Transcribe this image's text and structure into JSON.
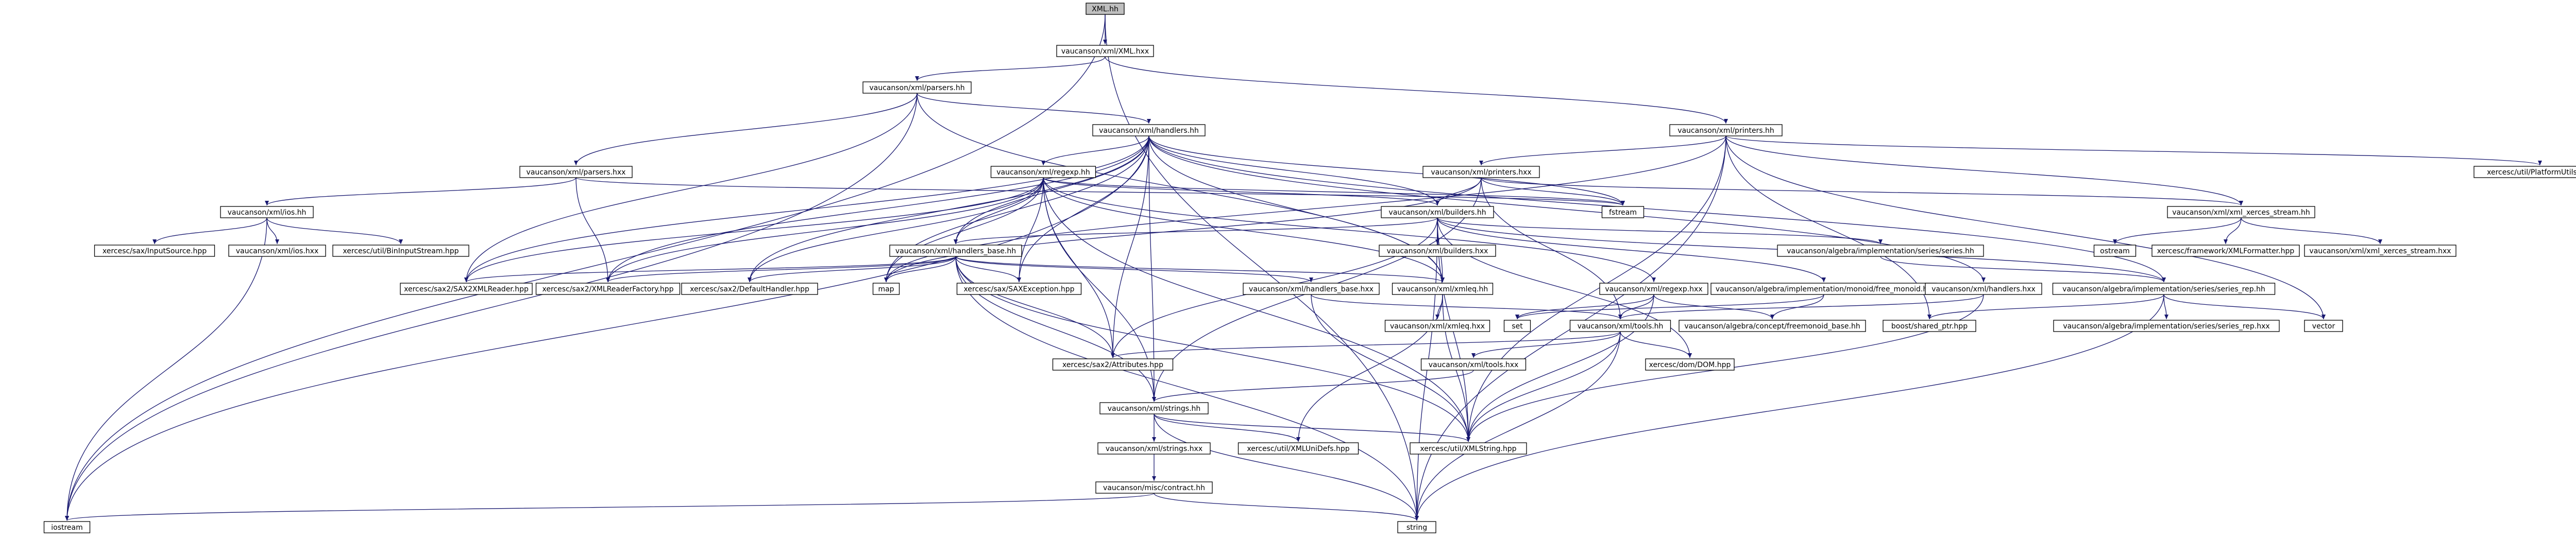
{
  "diagram": {
    "kind": "include-dependency-graph",
    "colors": {
      "edge": "#191970",
      "root_fill": "#bfbfbf",
      "node_fill": "#ffffff",
      "node_border": "#000000",
      "truncated_border": "#ff0000",
      "text": "#000000"
    },
    "nodes": [
      {
        "id": "root",
        "label": "XML.hh",
        "style": "root"
      },
      {
        "id": "xml_hxx",
        "label": "vaucanson/xml/XML.hxx",
        "style": "normal"
      },
      {
        "id": "parsers_hh",
        "label": "vaucanson/xml/parsers.hh",
        "style": "normal"
      },
      {
        "id": "printers_hh",
        "label": "vaucanson/xml/printers.hh",
        "style": "normal"
      },
      {
        "id": "handlers_hh",
        "label": "vaucanson/xml/handlers.hh",
        "style": "normal"
      },
      {
        "id": "parsers_hxx",
        "label": "vaucanson/xml/parsers.hxx",
        "style": "normal"
      },
      {
        "id": "regexp_hh",
        "label": "vaucanson/xml/regexp.hh",
        "style": "normal"
      },
      {
        "id": "printers_hxx",
        "label": "vaucanson/xml/printers.hxx",
        "style": "normal"
      },
      {
        "id": "platformutils",
        "label": "xercesc/util/PlatformUtils.hpp",
        "style": "normal"
      },
      {
        "id": "ios_hh",
        "label": "vaucanson/xml/ios.hh",
        "style": "normal"
      },
      {
        "id": "fstream",
        "label": "fstream",
        "style": "normal"
      },
      {
        "id": "builders_hh",
        "label": "vaucanson/xml/builders.hh",
        "style": "normal"
      },
      {
        "id": "xml_xerces_stream_hh",
        "label": "vaucanson/xml/xml_xerces_stream.hh",
        "style": "normal"
      },
      {
        "id": "inputsource",
        "label": "xercesc/sax/InputSource.hpp",
        "style": "normal"
      },
      {
        "id": "ios_hxx",
        "label": "vaucanson/xml/ios.hxx",
        "style": "normal"
      },
      {
        "id": "bininputstream",
        "label": "xercesc/util/BinInputStream.hpp",
        "style": "normal"
      },
      {
        "id": "handlers_base_hh",
        "label": "vaucanson/xml/handlers_base.hh",
        "style": "normal"
      },
      {
        "id": "builders_hxx",
        "label": "vaucanson/xml/builders.hxx",
        "style": "truncated"
      },
      {
        "id": "series_hh",
        "label": "vaucanson/algebra/implementation/series/series.hh",
        "style": "truncated"
      },
      {
        "id": "ostream",
        "label": "ostream",
        "style": "normal"
      },
      {
        "id": "xmlformatter",
        "label": "xercesc/framework/XMLFormatter.hpp",
        "style": "normal"
      },
      {
        "id": "xml_xerces_stream_hxx",
        "label": "vaucanson/xml/xml_xerces_stream.hxx",
        "style": "normal"
      },
      {
        "id": "sax2xmlreader",
        "label": "xercesc/sax2/SAX2XMLReader.hpp",
        "style": "normal"
      },
      {
        "id": "xmlreaderfactory",
        "label": "xercesc/sax2/XMLReaderFactory.hpp",
        "style": "normal"
      },
      {
        "id": "defaulthandler",
        "label": "xercesc/sax2/DefaultHandler.hpp",
        "style": "normal"
      },
      {
        "id": "map",
        "label": "map",
        "style": "normal"
      },
      {
        "id": "saxexception",
        "label": "xercesc/sax/SAXException.hpp",
        "style": "normal"
      },
      {
        "id": "handlers_base_hxx",
        "label": "vaucanson/xml/handlers_base.hxx",
        "style": "normal"
      },
      {
        "id": "xmleq_hh",
        "label": "vaucanson/xml/xmleq.hh",
        "style": "normal"
      },
      {
        "id": "regexp_hxx",
        "label": "vaucanson/xml/regexp.hxx",
        "style": "truncated"
      },
      {
        "id": "free_monoid_hh",
        "label": "vaucanson/algebra/implementation/monoid/free_monoid.hh",
        "style": "truncated"
      },
      {
        "id": "handlers_hxx",
        "label": "vaucanson/xml/handlers.hxx",
        "style": "normal"
      },
      {
        "id": "series_rep_hh",
        "label": "vaucanson/algebra/implementation/series/series_rep.hh",
        "style": "normal"
      },
      {
        "id": "xmleq_hxx",
        "label": "vaucanson/xml/xmleq.hxx",
        "style": "normal"
      },
      {
        "id": "set",
        "label": "set",
        "style": "normal"
      },
      {
        "id": "tools_hh",
        "label": "vaucanson/xml/tools.hh",
        "style": "normal"
      },
      {
        "id": "freemonoid_base_hh",
        "label": "vaucanson/algebra/concept/freemonoid_base.hh",
        "style": "truncated"
      },
      {
        "id": "shared_ptr",
        "label": "boost/shared_ptr.hpp",
        "style": "normal"
      },
      {
        "id": "series_rep_hxx",
        "label": "vaucanson/algebra/implementation/series/series_rep.hxx",
        "style": "normal"
      },
      {
        "id": "vector",
        "label": "vector",
        "style": "normal"
      },
      {
        "id": "attributes",
        "label": "xercesc/sax2/Attributes.hpp",
        "style": "normal"
      },
      {
        "id": "dom",
        "label": "xercesc/dom/DOM.hpp",
        "style": "normal"
      },
      {
        "id": "tools_hxx",
        "label": "vaucanson/xml/tools.hxx",
        "style": "normal"
      },
      {
        "id": "strings_hh",
        "label": "vaucanson/xml/strings.hh",
        "style": "normal"
      },
      {
        "id": "xmlunidefs",
        "label": "xercesc/util/XMLUniDefs.hpp",
        "style": "normal"
      },
      {
        "id": "xmlstring",
        "label": "xercesc/util/XMLString.hpp",
        "style": "normal"
      },
      {
        "id": "strings_hxx",
        "label": "vaucanson/xml/strings.hxx",
        "style": "normal"
      },
      {
        "id": "contract_hh",
        "label": "vaucanson/misc/contract.hh",
        "style": "truncated"
      },
      {
        "id": "iostream",
        "label": "iostream",
        "style": "normal"
      },
      {
        "id": "string",
        "label": "string",
        "style": "normal"
      }
    ],
    "edges": [
      [
        "root",
        "xml_hxx"
      ],
      [
        "root",
        "iostream"
      ],
      [
        "root",
        "string"
      ],
      [
        "xml_hxx",
        "parsers_hh"
      ],
      [
        "xml_hxx",
        "printers_hh"
      ],
      [
        "parsers_hh",
        "handlers_hh"
      ],
      [
        "parsers_hh",
        "parsers_hxx"
      ],
      [
        "parsers_hh",
        "iostream"
      ],
      [
        "parsers_hh",
        "sax2xmlreader"
      ],
      [
        "parsers_hh",
        "xmleq_hh"
      ],
      [
        "printers_hh",
        "printers_hxx"
      ],
      [
        "printers_hh",
        "platformutils"
      ],
      [
        "printers_hh",
        "xml_xerces_stream_hh"
      ],
      [
        "printers_hh",
        "map"
      ],
      [
        "printers_hh",
        "string"
      ],
      [
        "printers_hh",
        "xmlstring"
      ],
      [
        "printers_hh",
        "shared_ptr"
      ],
      [
        "printers_hh",
        "vector"
      ],
      [
        "handlers_hh",
        "regexp_hh"
      ],
      [
        "handlers_hh",
        "handlers_base_hh"
      ],
      [
        "handlers_hh",
        "builders_hh"
      ],
      [
        "handlers_hh",
        "handlers_hxx"
      ],
      [
        "handlers_hh",
        "fstream"
      ],
      [
        "handlers_hh",
        "iostream"
      ],
      [
        "handlers_hh",
        "sax2xmlreader"
      ],
      [
        "handlers_hh",
        "xmlreaderfactory"
      ],
      [
        "handlers_hh",
        "defaulthandler"
      ],
      [
        "handlers_hh",
        "map"
      ],
      [
        "handlers_hh",
        "saxexception"
      ],
      [
        "handlers_hh",
        "attributes"
      ],
      [
        "handlers_hh",
        "strings_hh"
      ],
      [
        "handlers_hh",
        "xmleq_hh"
      ],
      [
        "handlers_hh",
        "series_rep_hh"
      ],
      [
        "parsers_hxx",
        "ios_hh"
      ],
      [
        "parsers_hxx",
        "xmlreaderfactory"
      ],
      [
        "parsers_hxx",
        "fstream"
      ],
      [
        "ios_hh",
        "inputsource"
      ],
      [
        "ios_hh",
        "ios_hxx"
      ],
      [
        "ios_hh",
        "bininputstream"
      ],
      [
        "ios_hh",
        "iostream"
      ],
      [
        "regexp_hh",
        "handlers_base_hh"
      ],
      [
        "regexp_hh",
        "builders_hh"
      ],
      [
        "regexp_hh",
        "regexp_hxx"
      ],
      [
        "regexp_hh",
        "sax2xmlreader"
      ],
      [
        "regexp_hh",
        "xmlreaderfactory"
      ],
      [
        "regexp_hh",
        "defaulthandler"
      ],
      [
        "regexp_hh",
        "map"
      ],
      [
        "regexp_hh",
        "saxexception"
      ],
      [
        "regexp_hh",
        "attributes"
      ],
      [
        "regexp_hh",
        "xmlstring"
      ],
      [
        "regexp_hh",
        "strings_hh"
      ],
      [
        "regexp_hh",
        "xmleq_hh"
      ],
      [
        "regexp_hh",
        "fstream"
      ],
      [
        "printers_hxx",
        "builders_hh"
      ],
      [
        "printers_hxx",
        "fstream"
      ],
      [
        "printers_hxx",
        "map"
      ],
      [
        "printers_hxx",
        "strings_hh"
      ],
      [
        "printers_hxx",
        "tools_hh"
      ],
      [
        "printers_hxx",
        "xml_xerces_stream_hh"
      ],
      [
        "builders_hh",
        "handlers_base_hh"
      ],
      [
        "builders_hh",
        "builders_hxx"
      ],
      [
        "builders_hh",
        "series_hh"
      ],
      [
        "builders_hh",
        "free_monoid_hh"
      ],
      [
        "builders_hh",
        "series_rep_hh"
      ],
      [
        "builders_hh",
        "attributes"
      ],
      [
        "builders_hh",
        "xmlstring"
      ],
      [
        "builders_hh",
        "xmleq_hh"
      ],
      [
        "builders_hh",
        "dom"
      ],
      [
        "builders_hh",
        "string"
      ],
      [
        "xml_xerces_stream_hh",
        "ostream"
      ],
      [
        "xml_xerces_stream_hh",
        "xmlformatter"
      ],
      [
        "xml_xerces_stream_hh",
        "xml_xerces_stream_hxx"
      ],
      [
        "handlers_base_hh",
        "sax2xmlreader"
      ],
      [
        "handlers_base_hh",
        "xmlreaderfactory"
      ],
      [
        "handlers_base_hh",
        "defaulthandler"
      ],
      [
        "handlers_base_hh",
        "map"
      ],
      [
        "handlers_base_hh",
        "saxexception"
      ],
      [
        "handlers_base_hh",
        "handlers_base_hxx"
      ],
      [
        "handlers_base_hh",
        "xmleq_hh"
      ],
      [
        "handlers_base_hh",
        "attributes"
      ],
      [
        "handlers_base_hh",
        "strings_hh"
      ],
      [
        "handlers_base_hh",
        "xmlstring"
      ],
      [
        "handlers_base_hh",
        "string"
      ],
      [
        "handlers_base_hxx",
        "tools_hh"
      ],
      [
        "handlers_base_hxx",
        "xmlstring"
      ],
      [
        "xmleq_hh",
        "xmleq_hxx"
      ],
      [
        "xmleq_hh",
        "xmlstring"
      ],
      [
        "xmleq_hh",
        "xmlunidefs"
      ],
      [
        "regexp_hxx",
        "set"
      ],
      [
        "regexp_hxx",
        "tools_hh"
      ],
      [
        "regexp_hxx",
        "freemonoid_base_hh"
      ],
      [
        "regexp_hxx",
        "xmlstring"
      ],
      [
        "series_hh",
        "series_rep_hh"
      ],
      [
        "free_monoid_hh",
        "freemonoid_base_hh"
      ],
      [
        "free_monoid_hh",
        "set"
      ],
      [
        "handlers_hxx",
        "tools_hh"
      ],
      [
        "handlers_hxx",
        "xmlstring"
      ],
      [
        "series_rep_hh",
        "series_rep_hxx"
      ],
      [
        "series_rep_hh",
        "vector"
      ],
      [
        "series_rep_hh",
        "string"
      ],
      [
        "series_rep_hh",
        "shared_ptr"
      ],
      [
        "tools_hh",
        "tools_hxx"
      ],
      [
        "tools_hh",
        "attributes"
      ],
      [
        "tools_hh",
        "dom"
      ],
      [
        "tools_hh",
        "xmlstring"
      ],
      [
        "tools_hh",
        "string"
      ],
      [
        "tools_hxx",
        "strings_hh"
      ],
      [
        "strings_hh",
        "strings_hxx"
      ],
      [
        "strings_hh",
        "xmlstring"
      ],
      [
        "strings_hh",
        "xmlunidefs"
      ],
      [
        "strings_hh",
        "string"
      ],
      [
        "strings_hxx",
        "contract_hh"
      ],
      [
        "contract_hh",
        "iostream"
      ],
      [
        "contract_hh",
        "string"
      ]
    ]
  }
}
